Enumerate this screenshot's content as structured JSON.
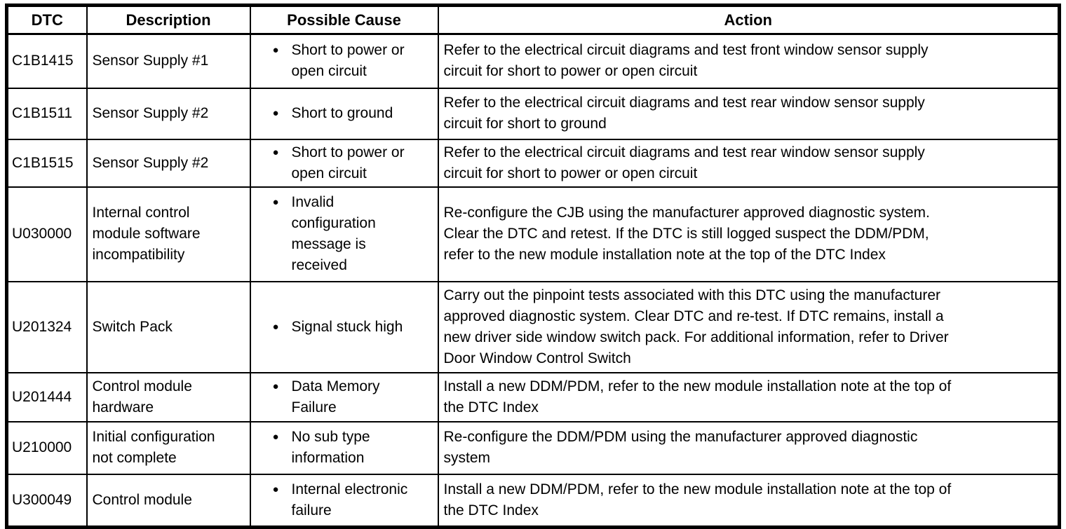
{
  "table": {
    "headers": [
      "DTC",
      "Description",
      "Possible Cause",
      "Action"
    ],
    "bullet": "●",
    "colors": {
      "border": "#000000",
      "text": "#000000",
      "background": "#ffffff"
    },
    "rows": [
      {
        "dtc": "C1B1415",
        "description": "Sensor Supply #1",
        "cause": "Short to power or\nopen circuit",
        "action": "Refer to the electrical circuit diagrams and test front window sensor supply\ncircuit for short to power or open circuit"
      },
      {
        "dtc": "C1B1511",
        "description": "Sensor Supply #2",
        "cause": "Short to ground",
        "action": "Refer to the electrical circuit diagrams and test rear window sensor supply\ncircuit for short to ground"
      },
      {
        "dtc": "C1B1515",
        "description": "Sensor Supply #2",
        "cause": "Short to power or\nopen circuit",
        "action": "Refer to the electrical circuit diagrams and test rear window sensor supply\ncircuit for short to power or open circuit"
      },
      {
        "dtc": "U030000",
        "description": "Internal control\nmodule software\nincompatibility",
        "cause": "Invalid\nconfiguration\nmessage is\nreceived",
        "action": "Re-configure the CJB using the manufacturer approved diagnostic system.\nClear the DTC and retest. If the DTC is still logged suspect the DDM/PDM,\nrefer to the new module installation note at the top of the DTC Index"
      },
      {
        "dtc": "U201324",
        "description": "Switch Pack",
        "cause": "Signal stuck high",
        "action": "Carry out the pinpoint tests associated with this DTC using the manufacturer\napproved diagnostic system. Clear DTC and re-test. If DTC remains, install a\nnew driver side window switch pack. For additional information, refer to Driver\nDoor Window Control Switch"
      },
      {
        "dtc": "U201444",
        "description": "Control module\nhardware",
        "cause": "Data Memory\nFailure",
        "action": "Install a new DDM/PDM, refer to the new module installation note at the top of\nthe DTC Index"
      },
      {
        "dtc": "U210000",
        "description": "Initial configuration\nnot complete",
        "cause": "No sub type\ninformation",
        "action": "Re-configure the DDM/PDM using the manufacturer approved diagnostic\nsystem"
      },
      {
        "dtc": "U300049",
        "description": "Control module",
        "cause": "Internal electronic\nfailure",
        "action": "Install a new DDM/PDM, refer to the new module installation note at the top of\nthe DTC Index"
      }
    ]
  }
}
